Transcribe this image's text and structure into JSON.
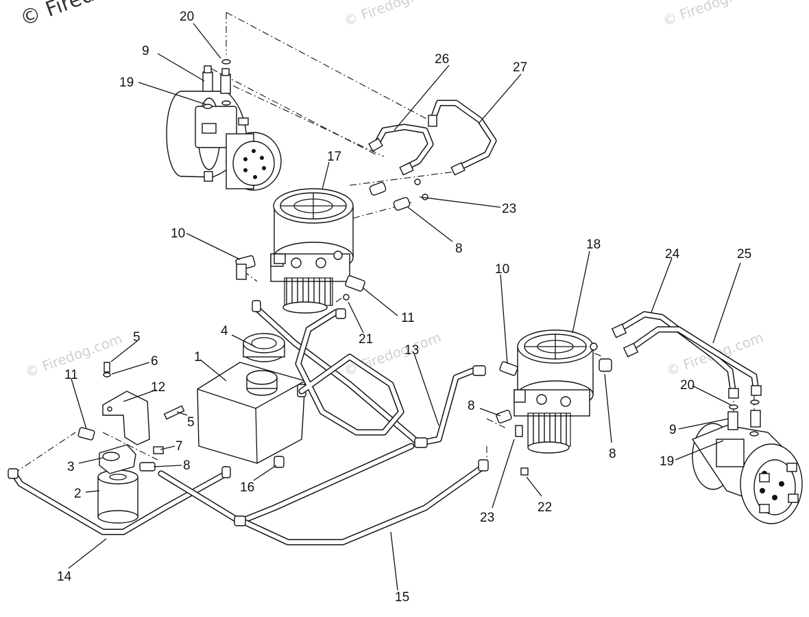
{
  "watermark": {
    "main": "© Fired",
    "repeat": "© Firedog.com"
  },
  "callouts": {
    "c1": "1",
    "c2": "2",
    "c3": "3",
    "c4": "4",
    "c5a": "5",
    "c5b": "5",
    "c6": "6",
    "c7": "7",
    "c8a": "8",
    "c8b": "8",
    "c8c": "8",
    "c8d": "8",
    "c9a": "9",
    "c9b": "9",
    "c10a": "10",
    "c10b": "10",
    "c11a": "11",
    "c11b": "11",
    "c12": "12",
    "c13": "13",
    "c14": "14",
    "c16": "16",
    "c17": "17",
    "c18": "18",
    "c19a": "19",
    "c19b": "19",
    "c20a": "20",
    "c20b": "20",
    "c21": "21",
    "c22": "22",
    "c23a": "23",
    "c23b": "23",
    "c24": "24",
    "c25": "25",
    "c26": "26",
    "c27": "27",
    "c15": "15"
  }
}
